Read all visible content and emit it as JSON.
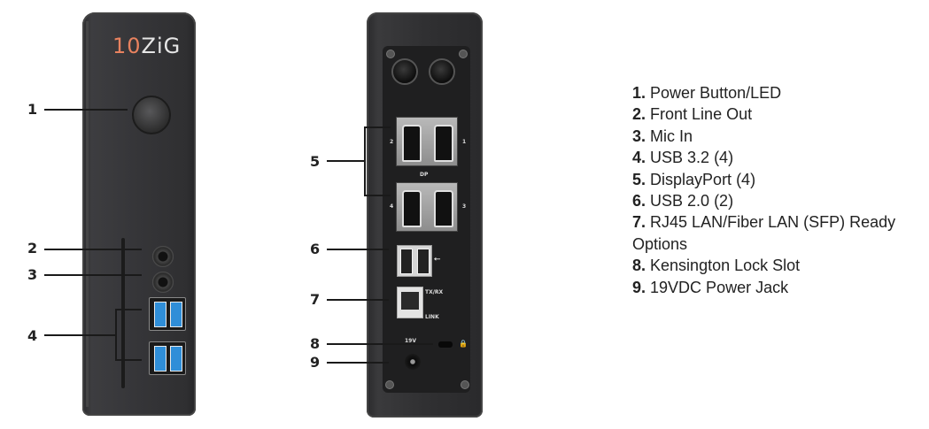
{
  "front_view": {
    "brand_logo": {
      "part1": "10",
      "part2": "ZiG"
    },
    "callouts": [
      {
        "num": "1",
        "target": "power-button"
      },
      {
        "num": "2",
        "target": "line-out-jack"
      },
      {
        "num": "3",
        "target": "mic-in-jack"
      },
      {
        "num": "4",
        "target": "usb-3-2-ports"
      }
    ]
  },
  "rear_view": {
    "labels": {
      "dp": "DP",
      "txrx": "TX/RX",
      "link": "LINK",
      "voltage": "19V",
      "dp_1": "1",
      "dp_2": "2",
      "dp_3": "3",
      "dp_4": "4"
    },
    "callouts": [
      {
        "num": "5",
        "target": "displayport-ports"
      },
      {
        "num": "6",
        "target": "usb-2-0-ports"
      },
      {
        "num": "7",
        "target": "rj45-port"
      },
      {
        "num": "8",
        "target": "kensington-lock-slot"
      },
      {
        "num": "9",
        "target": "power-jack"
      }
    ]
  },
  "legend": {
    "items": [
      {
        "num": "1.",
        "label": "Power Button/LED"
      },
      {
        "num": "2.",
        "label": "Front Line Out"
      },
      {
        "num": "3.",
        "label": "Mic In"
      },
      {
        "num": "4.",
        "label": "USB 3.2 (4)"
      },
      {
        "num": "5.",
        "label": "DisplayPort (4)"
      },
      {
        "num": "6.",
        "label": "USB 2.0 (2)"
      },
      {
        "num": "7.",
        "label": "RJ45 LAN/Fiber LAN (SFP) Ready Options"
      },
      {
        "num": "8.",
        "label": "Kensington Lock Slot"
      },
      {
        "num": "9.",
        "label": "19VDC Power Jack"
      }
    ]
  },
  "colors": {
    "logo_accent": "#e8825f",
    "usb3_blue": "#2f8ed8",
    "device_body": "#333336"
  }
}
